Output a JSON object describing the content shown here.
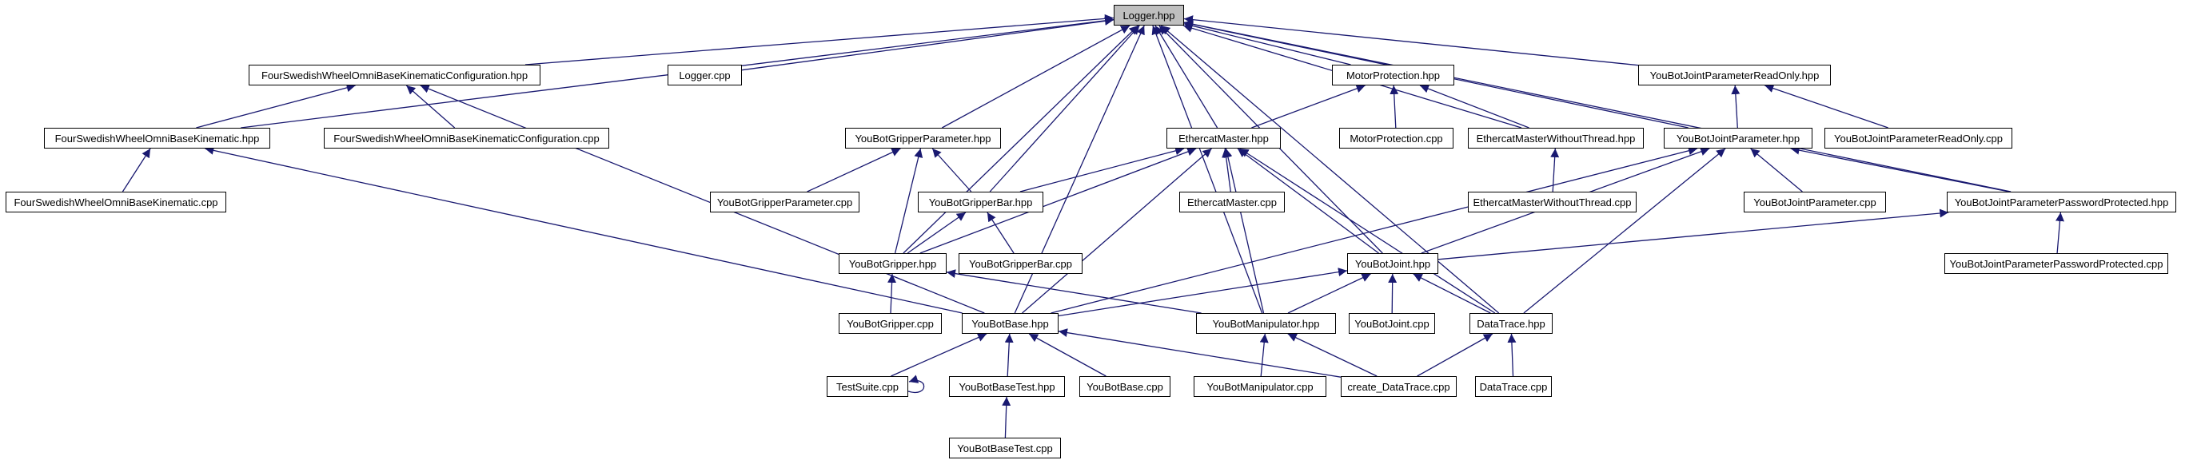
{
  "diagram": {
    "type": "include-dependency-graph",
    "colors": {
      "edge": "#191970",
      "node_border": "#000000",
      "root_fill": "#bfbfbf",
      "node_fill": "#ffffff"
    },
    "nodes": {
      "logger_hpp": "Logger.hpp",
      "fswobkc_hpp": "FourSwedishWheelOmniBaseKinematicConfiguration.hpp",
      "logger_cpp": "Logger.cpp",
      "motorprot_hpp": "MotorProtection.hpp",
      "ybjpro_hpp": "YouBotJointParameterReadOnly.hpp",
      "fswobk_hpp": "FourSwedishWheelOmniBaseKinematic.hpp",
      "fswobkc_cpp": "FourSwedishWheelOmniBaseKinematicConfiguration.cpp",
      "ybgp_hpp": "YouBotGripperParameter.hpp",
      "ethmaster_hpp": "EthercatMaster.hpp",
      "motorprot_cpp": "MotorProtection.cpp",
      "emwt_hpp": "EthercatMasterWithoutThread.hpp",
      "ybjp_hpp": "YouBotJointParameter.hpp",
      "ybjpro_cpp": "YouBotJointParameterReadOnly.cpp",
      "fswobk_cpp": "FourSwedishWheelOmniBaseKinematic.cpp",
      "ybgp_cpp": "YouBotGripperParameter.cpp",
      "ybgb_hpp": "YouBotGripperBar.hpp",
      "ethmaster_cpp": "EthercatMaster.cpp",
      "emwt_cpp": "EthercatMasterWithoutThread.cpp",
      "ybjp_cpp": "YouBotJointParameter.cpp",
      "ybjppp_hpp": "YouBotJointParameterPasswordProtected.hpp",
      "ybg_hpp": "YouBotGripper.hpp",
      "ybgb_cpp": "YouBotGripperBar.cpp",
      "ybj_hpp": "YouBotJoint.hpp",
      "ybjppp_cpp": "YouBotJointParameterPasswordProtected.cpp",
      "ybg_cpp": "YouBotGripper.cpp",
      "ybb_hpp": "YouBotBase.hpp",
      "ybm_hpp": "YouBotManipulator.hpp",
      "ybj_cpp": "YouBotJoint.cpp",
      "dt_hpp": "DataTrace.hpp",
      "ts_cpp": "TestSuite.cpp",
      "ybbt_hpp": "YouBotBaseTest.hpp",
      "ybb_cpp": "YouBotBase.cpp",
      "ybm_cpp": "YouBotManipulator.cpp",
      "cdt_cpp": "create_DataTrace.cpp",
      "dt_cpp": "DataTrace.cpp",
      "ybbt_cpp": "YouBotBaseTest.cpp"
    },
    "edges": [
      [
        "fswobkc_hpp",
        "logger_hpp"
      ],
      [
        "logger_cpp",
        "logger_hpp"
      ],
      [
        "motorprot_hpp",
        "logger_hpp"
      ],
      [
        "ybjpro_hpp",
        "logger_hpp"
      ],
      [
        "fswobk_hpp",
        "logger_hpp"
      ],
      [
        "ybgp_hpp",
        "logger_hpp"
      ],
      [
        "ethmaster_hpp",
        "logger_hpp"
      ],
      [
        "emwt_hpp",
        "logger_hpp"
      ],
      [
        "ybjp_hpp",
        "logger_hpp"
      ],
      [
        "ybgb_hpp",
        "logger_hpp"
      ],
      [
        "ybjppp_hpp",
        "logger_hpp"
      ],
      [
        "ybg_hpp",
        "logger_hpp"
      ],
      [
        "ybj_hpp",
        "logger_hpp"
      ],
      [
        "ybb_hpp",
        "logger_hpp"
      ],
      [
        "ybm_hpp",
        "logger_hpp"
      ],
      [
        "dt_hpp",
        "logger_hpp"
      ],
      [
        "fswobk_hpp",
        "fswobkc_hpp"
      ],
      [
        "fswobkc_cpp",
        "fswobkc_hpp"
      ],
      [
        "ybb_hpp",
        "fswobkc_hpp"
      ],
      [
        "motorprot_cpp",
        "motorprot_hpp"
      ],
      [
        "ethmaster_hpp",
        "motorprot_hpp"
      ],
      [
        "emwt_hpp",
        "motorprot_hpp"
      ],
      [
        "ybjpro_cpp",
        "ybjpro_hpp"
      ],
      [
        "ybjp_hpp",
        "ybjpro_hpp"
      ],
      [
        "fswobk_cpp",
        "fswobk_hpp"
      ],
      [
        "ybb_hpp",
        "fswobk_hpp"
      ],
      [
        "ybgp_cpp",
        "ybgp_hpp"
      ],
      [
        "ybgb_hpp",
        "ybgp_hpp"
      ],
      [
        "ybg_hpp",
        "ybgp_hpp"
      ],
      [
        "ethmaster_cpp",
        "ethmaster_hpp"
      ],
      [
        "ybgb_hpp",
        "ethmaster_hpp"
      ],
      [
        "ybg_hpp",
        "ethmaster_hpp"
      ],
      [
        "ybj_hpp",
        "ethmaster_hpp"
      ],
      [
        "ybb_hpp",
        "ethmaster_hpp"
      ],
      [
        "ybm_hpp",
        "ethmaster_hpp"
      ],
      [
        "dt_hpp",
        "ethmaster_hpp"
      ],
      [
        "emwt_cpp",
        "emwt_hpp"
      ],
      [
        "ybjp_cpp",
        "ybjp_hpp"
      ],
      [
        "ybjppp_hpp",
        "ybjp_hpp"
      ],
      [
        "ybj_hpp",
        "ybjp_hpp"
      ],
      [
        "ybb_hpp",
        "ybjp_hpp"
      ],
      [
        "dt_hpp",
        "ybjp_hpp"
      ],
      [
        "ybg_hpp",
        "ybgb_hpp"
      ],
      [
        "ybgb_cpp",
        "ybgb_hpp"
      ],
      [
        "ybjppp_cpp",
        "ybjppp_hpp"
      ],
      [
        "ybj_hpp",
        "ybjppp_hpp"
      ],
      [
        "ybg_cpp",
        "ybg_hpp"
      ],
      [
        "ybm_hpp",
        "ybg_hpp"
      ],
      [
        "ybb_hpp",
        "ybj_hpp"
      ],
      [
        "ybm_hpp",
        "ybj_hpp"
      ],
      [
        "ybj_cpp",
        "ybj_hpp"
      ],
      [
        "dt_hpp",
        "ybj_hpp"
      ],
      [
        "ts_cpp",
        "ybb_hpp"
      ],
      [
        "ybbt_hpp",
        "ybb_hpp"
      ],
      [
        "ybb_cpp",
        "ybb_hpp"
      ],
      [
        "cdt_cpp",
        "ybb_hpp"
      ],
      [
        "ybm_cpp",
        "ybm_hpp"
      ],
      [
        "cdt_cpp",
        "ybm_hpp"
      ],
      [
        "cdt_cpp",
        "dt_hpp"
      ],
      [
        "dt_cpp",
        "dt_hpp"
      ],
      [
        "ybbt_cpp",
        "ybbt_hpp"
      ],
      [
        "ts_cpp",
        "ts_cpp"
      ]
    ]
  }
}
